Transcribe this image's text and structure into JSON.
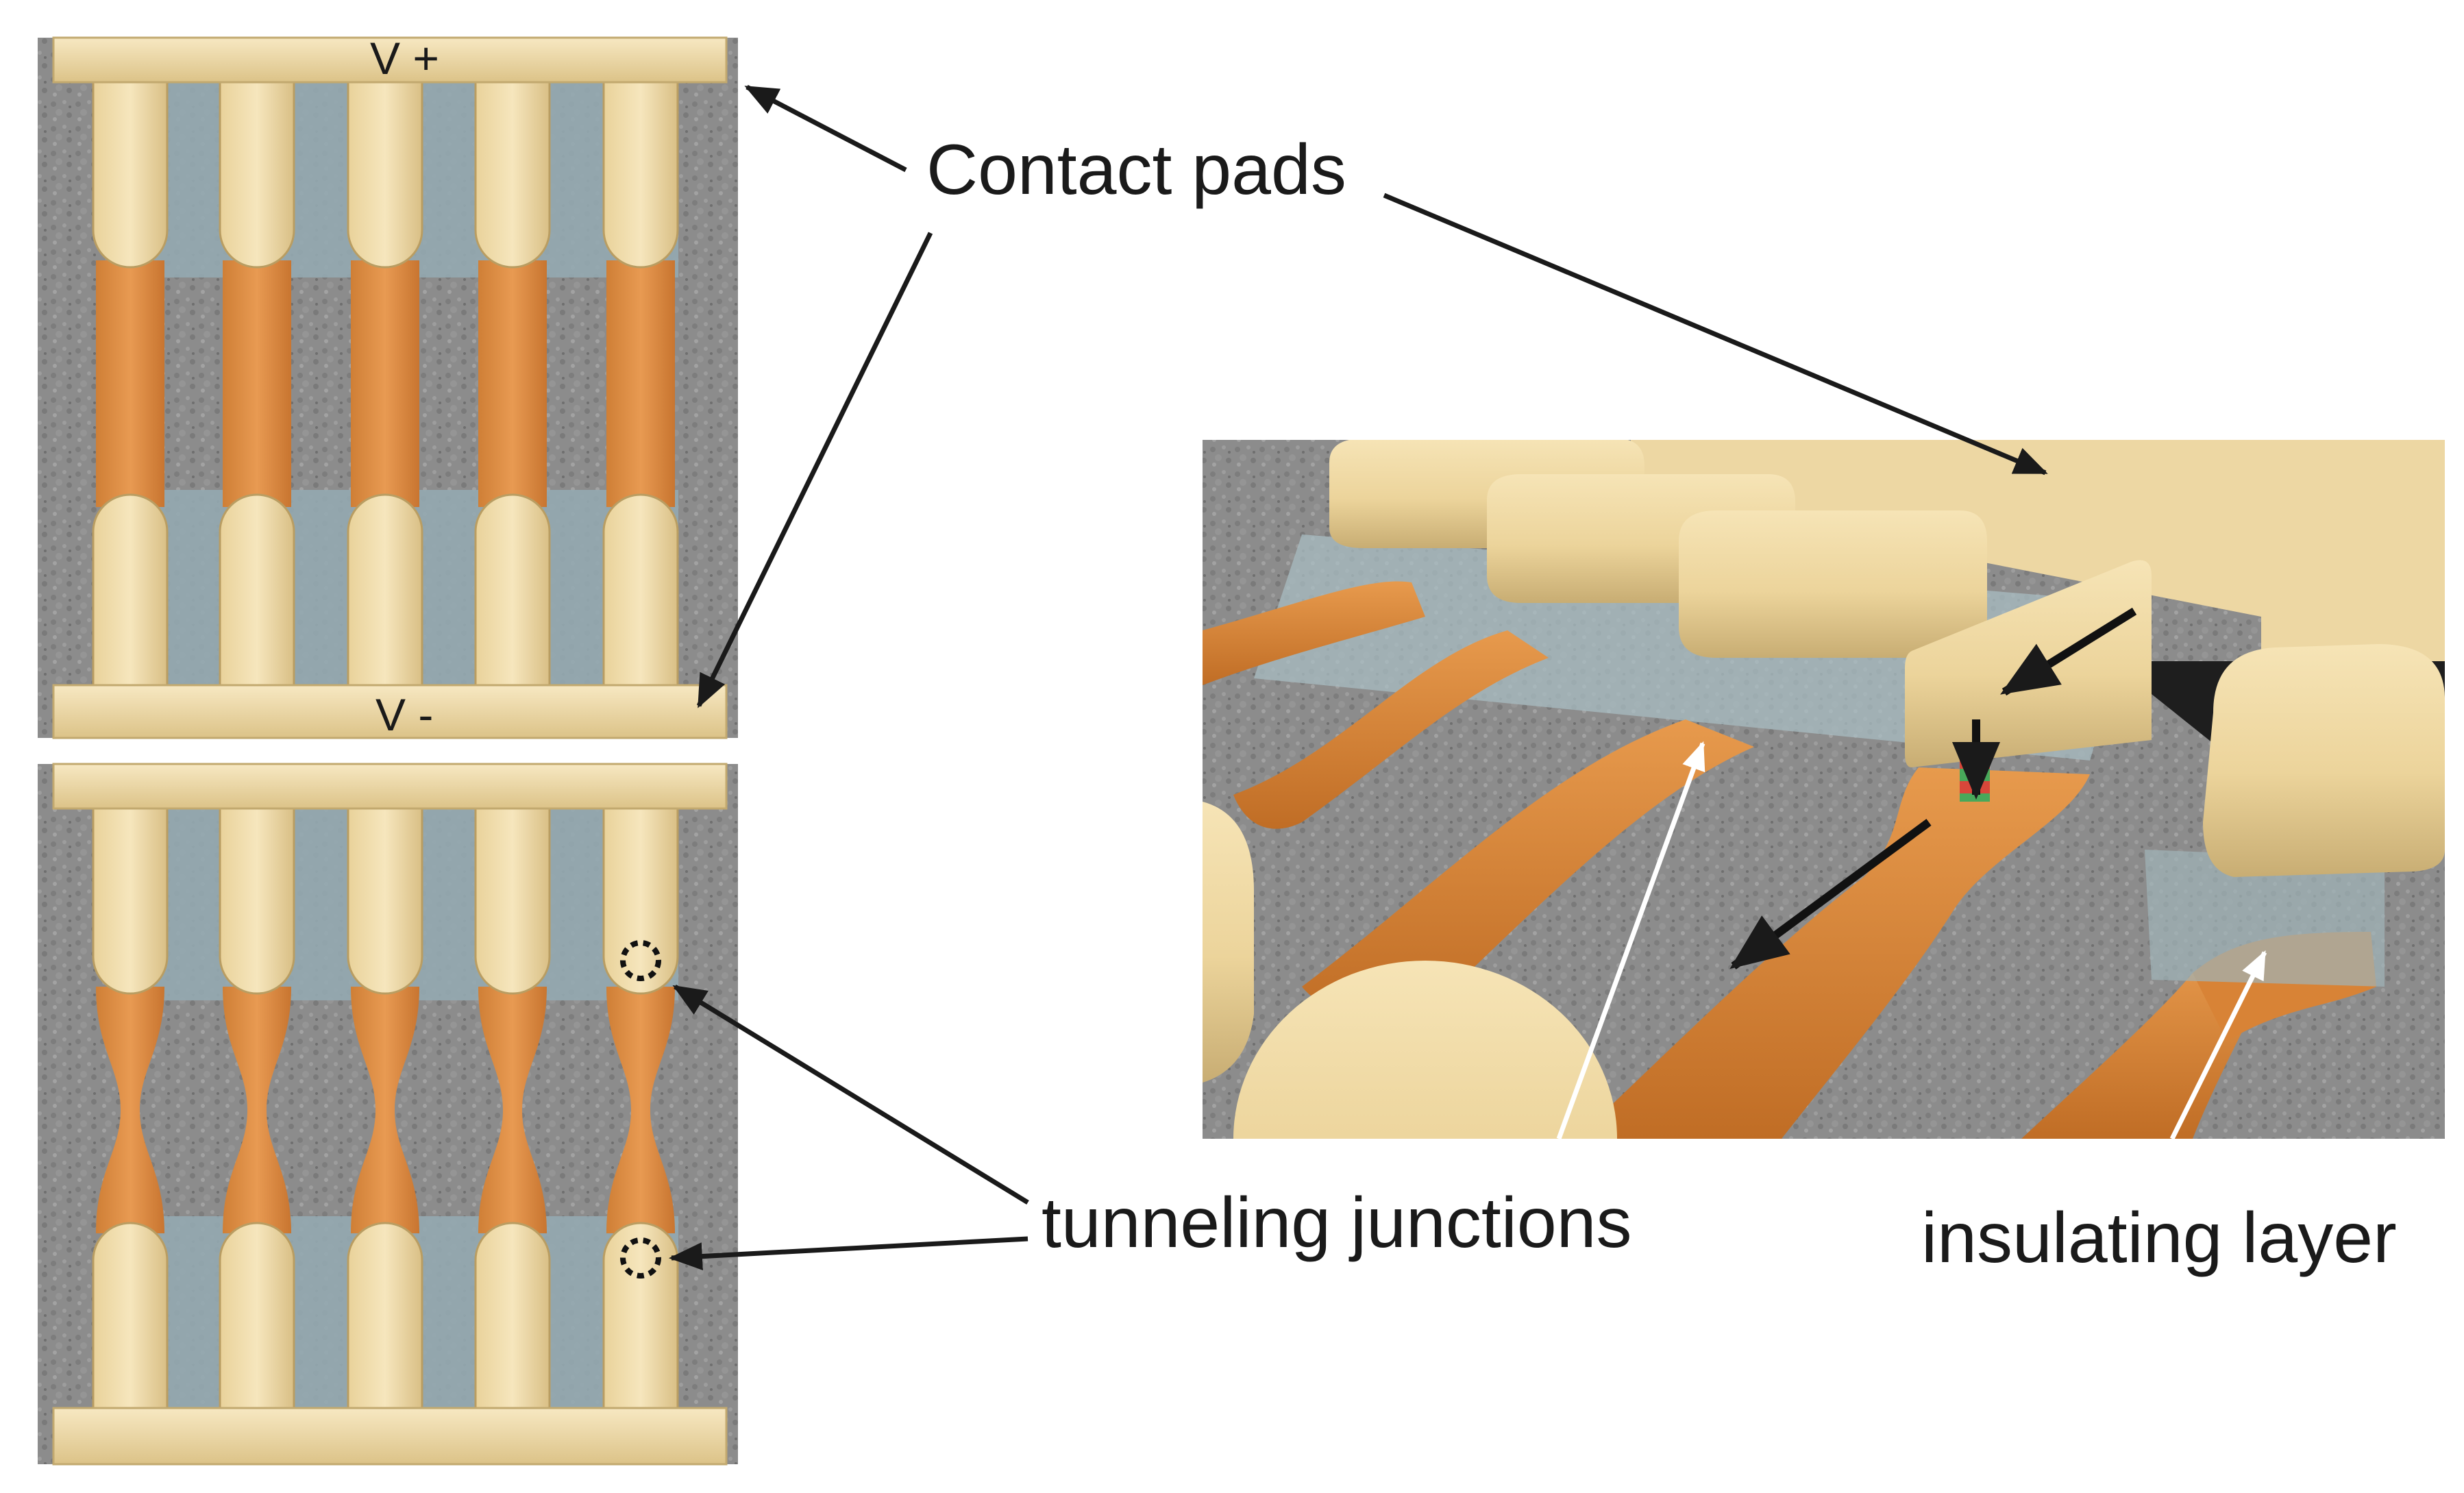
{
  "labels": {
    "v_plus": "V +",
    "v_minus": "V -",
    "contact_pads": "Contact pads",
    "tunneling_junctions": "tunneling junctions",
    "insulating_layer": "insulating layer"
  },
  "colors": {
    "pad": "#f2dfae",
    "pad_shadow": "#c9b27e",
    "strip": "#e0924a",
    "strip_dark": "#b86a28",
    "substrate": "#8a8a8a",
    "insulator": "#9aabb2",
    "arrow_dark": "#1a1a1a",
    "arrow_light": "#ffffff"
  },
  "panels": [
    {
      "id": "top-view-uniform-strips",
      "strip_count": 5
    },
    {
      "id": "top-view-constricted-strips",
      "strip_count": 5
    },
    {
      "id": "perspective-view"
    }
  ]
}
